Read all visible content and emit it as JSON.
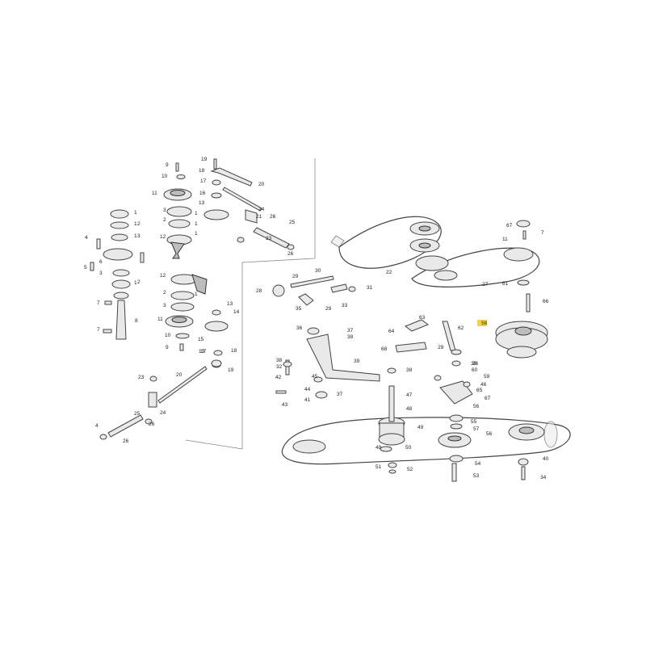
{
  "diagram": {
    "highlighted_part": "58",
    "highlight_color": "#f2d04a",
    "labels": [
      "1",
      "2",
      "3",
      "4",
      "5",
      "6",
      "7",
      "8",
      "9",
      "10",
      "11",
      "12",
      "13",
      "14",
      "15",
      "16",
      "17",
      "18",
      "19",
      "20",
      "21",
      "22",
      "23",
      "24",
      "25",
      "26",
      "27",
      "28",
      "29",
      "30",
      "31",
      "32",
      "33",
      "34",
      "35",
      "36",
      "37",
      "38",
      "39",
      "40",
      "41",
      "42",
      "43",
      "44",
      "45",
      "46",
      "47",
      "48",
      "49",
      "50",
      "51",
      "52",
      "53",
      "54",
      "55",
      "56",
      "57",
      "58",
      "59",
      "60",
      "61",
      "62",
      "63",
      "64",
      "65",
      "66",
      "67",
      "68"
    ]
  }
}
